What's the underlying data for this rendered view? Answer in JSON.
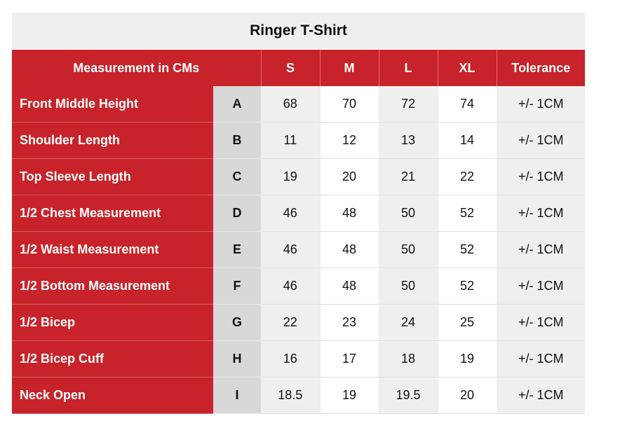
{
  "title": "Ringer T-Shirt",
  "header": {
    "measurement": "Measurement in CMs",
    "sizes": [
      "S",
      "M",
      "L",
      "XL"
    ],
    "tolerance": "Tolerance"
  },
  "rows": [
    {
      "name": "Front Middle Height",
      "code": "A",
      "values": [
        "68",
        "70",
        "72",
        "74"
      ],
      "tolerance": "+/- 1CM"
    },
    {
      "name": "Shoulder Length",
      "code": "B",
      "values": [
        "11",
        "12",
        "13",
        "14"
      ],
      "tolerance": "+/- 1CM"
    },
    {
      "name": "Top Sleeve Length",
      "code": "C",
      "values": [
        "19",
        "20",
        "21",
        "22"
      ],
      "tolerance": "+/- 1CM"
    },
    {
      "name": "1/2 Chest Measurement",
      "code": "D",
      "values": [
        "46",
        "48",
        "50",
        "52"
      ],
      "tolerance": "+/- 1CM"
    },
    {
      "name": "1/2 Waist Measurement",
      "code": "E",
      "values": [
        "46",
        "48",
        "50",
        "52"
      ],
      "tolerance": "+/- 1CM"
    },
    {
      "name": "1/2 Bottom Measurement",
      "code": "F",
      "values": [
        "46",
        "48",
        "50",
        "52"
      ],
      "tolerance": "+/- 1CM"
    },
    {
      "name": "1/2 Bicep",
      "code": "G",
      "values": [
        "22",
        "23",
        "24",
        "25"
      ],
      "tolerance": "+/- 1CM"
    },
    {
      "name": "1/2 Bicep Cuff",
      "code": "H",
      "values": [
        "16",
        "17",
        "18",
        "19"
      ],
      "tolerance": "+/- 1CM"
    },
    {
      "name": "Neck Open",
      "code": "I",
      "values": [
        "18.5",
        "19",
        "19.5",
        "20"
      ],
      "tolerance": "+/- 1CM"
    }
  ],
  "colors": {
    "accent_red": "#c8232a",
    "code_gray": "#d8d8d8",
    "stripe_gray": "#efefef"
  }
}
